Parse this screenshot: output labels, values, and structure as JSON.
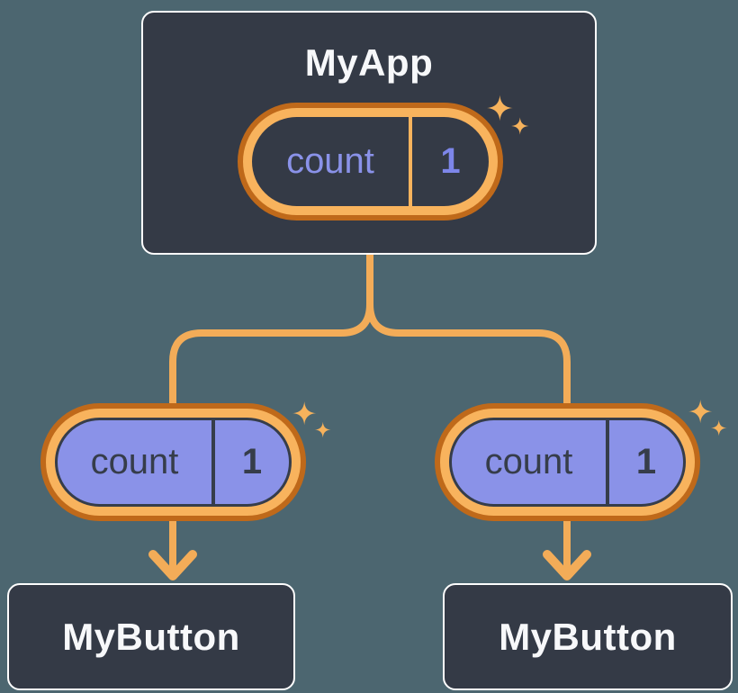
{
  "diagram": {
    "root": {
      "title": "MyApp",
      "state": {
        "name": "count",
        "value": "1"
      }
    },
    "children": [
      {
        "title": "MyButton",
        "prop": {
          "name": "count",
          "value": "1"
        }
      },
      {
        "title": "MyButton",
        "prop": {
          "name": "count",
          "value": "1"
        }
      }
    ]
  },
  "colors": {
    "background": "#4c6670",
    "node_fill": "#343a46",
    "node_border": "#fdfdfd",
    "node_text": "#f7f8fa",
    "pill_ring_outer": "#bf691a",
    "pill_ring_inner": "#f8b35d",
    "state_text": "#8a92e9",
    "state_value_text": "#7d86ea",
    "prop_fill": "#8a92e8",
    "prop_text": "#363d4a",
    "connector": "#f3ac58",
    "sparkle": "#f6b25c"
  }
}
